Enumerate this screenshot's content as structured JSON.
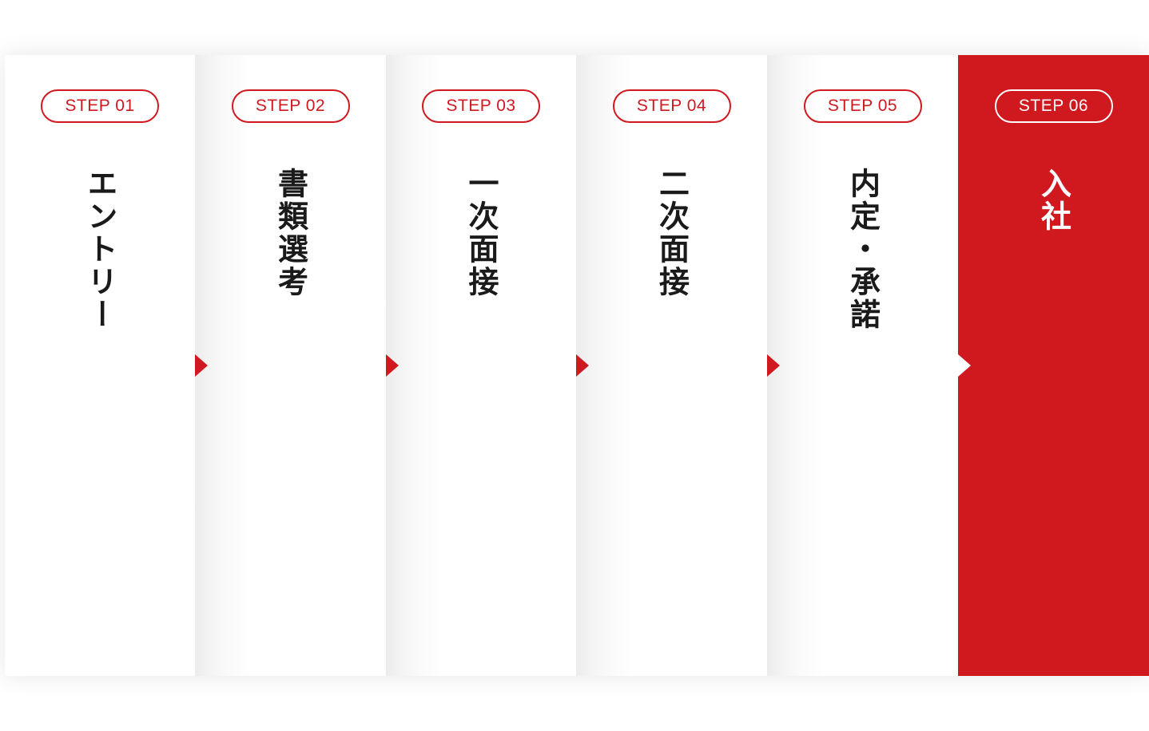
{
  "steps": [
    {
      "badge": "STEP 01",
      "label": "エントリー"
    },
    {
      "badge": "STEP 02",
      "label": "書類選考"
    },
    {
      "badge": "STEP 03",
      "label": "一次面接"
    },
    {
      "badge": "STEP 04",
      "label": "二次面接"
    },
    {
      "badge": "STEP 05",
      "label": "内定・承諾"
    },
    {
      "badge": "STEP 06",
      "label": "入社"
    }
  ],
  "colors": {
    "accent": "#d0181f",
    "text": "#1a1a1a",
    "background": "#ffffff"
  },
  "icons": {
    "connector": "triangle-right-arrow-icon"
  }
}
